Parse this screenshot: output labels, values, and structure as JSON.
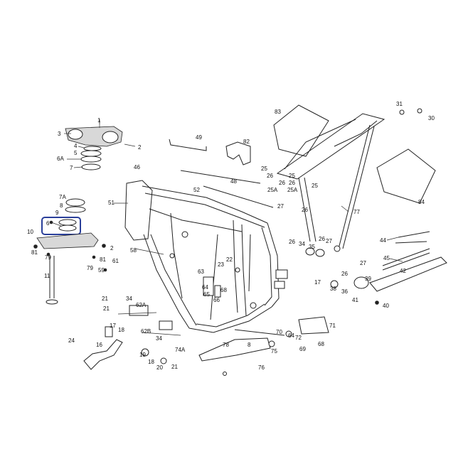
{
  "highlight_color": "#2a3f9a",
  "labels": [
    {
      "id": "l1",
      "text": "1"
    },
    {
      "id": "l3",
      "text": "3"
    },
    {
      "id": "l2a",
      "text": "2"
    },
    {
      "id": "l4",
      "text": "4"
    },
    {
      "id": "l5",
      "text": "5"
    },
    {
      "id": "l6a",
      "text": "6A"
    },
    {
      "id": "l7",
      "text": "7"
    },
    {
      "id": "l7a",
      "text": "7A"
    },
    {
      "id": "l8",
      "text": "8"
    },
    {
      "id": "l9",
      "text": "9"
    },
    {
      "id": "l6",
      "text": "6"
    },
    {
      "id": "l10",
      "text": "10"
    },
    {
      "id": "l81a",
      "text": "81"
    },
    {
      "id": "l79a",
      "text": "79"
    },
    {
      "id": "l11",
      "text": "11"
    },
    {
      "id": "l2b",
      "text": "2"
    },
    {
      "id": "l81b",
      "text": "81"
    },
    {
      "id": "l79b",
      "text": "79"
    },
    {
      "id": "l59",
      "text": "59"
    },
    {
      "id": "l61",
      "text": "61"
    },
    {
      "id": "l58",
      "text": "58"
    },
    {
      "id": "l49",
      "text": "49"
    },
    {
      "id": "l46",
      "text": "46"
    },
    {
      "id": "l52",
      "text": "52"
    },
    {
      "id": "l51",
      "text": "51"
    },
    {
      "id": "l48",
      "text": "48"
    },
    {
      "id": "l82",
      "text": "82"
    },
    {
      "id": "l83",
      "text": "83"
    },
    {
      "id": "l31",
      "text": "31"
    },
    {
      "id": "l30",
      "text": "30"
    },
    {
      "id": "l25a",
      "text": "25"
    },
    {
      "id": "l26a",
      "text": "26"
    },
    {
      "id": "l26b",
      "text": "26"
    },
    {
      "id": "l25b",
      "text": "25"
    },
    {
      "id": "l26c",
      "text": "26"
    },
    {
      "id": "l25c",
      "text": "25A"
    },
    {
      "id": "l25d",
      "text": "25A"
    },
    {
      "id": "l25e",
      "text": "25"
    },
    {
      "id": "l27a",
      "text": "27"
    },
    {
      "id": "l26d",
      "text": "26"
    },
    {
      "id": "l77",
      "text": "77"
    },
    {
      "id": "l84",
      "text": "84"
    },
    {
      "id": "l44",
      "text": "44"
    },
    {
      "id": "l26e",
      "text": "26"
    },
    {
      "id": "l26f",
      "text": "26"
    },
    {
      "id": "l34a",
      "text": "34"
    },
    {
      "id": "l35",
      "text": "35"
    },
    {
      "id": "l27b",
      "text": "27"
    },
    {
      "id": "l45",
      "text": "45"
    },
    {
      "id": "l27c",
      "text": "27"
    },
    {
      "id": "l42",
      "text": "42"
    },
    {
      "id": "l26g",
      "text": "26"
    },
    {
      "id": "l17a",
      "text": "17"
    },
    {
      "id": "l38",
      "text": "38"
    },
    {
      "id": "l36",
      "text": "36"
    },
    {
      "id": "l39",
      "text": "39"
    },
    {
      "id": "l41",
      "text": "41"
    },
    {
      "id": "l40",
      "text": "40"
    },
    {
      "id": "l22",
      "text": "22"
    },
    {
      "id": "l23",
      "text": "23"
    },
    {
      "id": "l63",
      "text": "63"
    },
    {
      "id": "l64",
      "text": "64"
    },
    {
      "id": "l65",
      "text": "65"
    },
    {
      "id": "l68",
      "text": "68"
    },
    {
      "id": "l66",
      "text": "66"
    },
    {
      "id": "l21a",
      "text": "21"
    },
    {
      "id": "l34b",
      "text": "34"
    },
    {
      "id": "l62a",
      "text": "62A"
    },
    {
      "id": "l21b",
      "text": "21"
    },
    {
      "id": "l17b",
      "text": "17"
    },
    {
      "id": "l18a",
      "text": "18"
    },
    {
      "id": "l62b",
      "text": "62B"
    },
    {
      "id": "l34c",
      "text": "34"
    },
    {
      "id": "l24",
      "text": "24"
    },
    {
      "id": "l16",
      "text": "16"
    },
    {
      "id": "l19",
      "text": "19"
    },
    {
      "id": "l18b",
      "text": "18"
    },
    {
      "id": "l20",
      "text": "20"
    },
    {
      "id": "l21c",
      "text": "21"
    },
    {
      "id": "l74a",
      "text": "74A"
    },
    {
      "id": "l78",
      "text": "78"
    },
    {
      "id": "l8b",
      "text": "8"
    },
    {
      "id": "l76",
      "text": "76"
    },
    {
      "id": "l75",
      "text": "75"
    },
    {
      "id": "l70",
      "text": "70"
    },
    {
      "id": "l71",
      "text": "71"
    },
    {
      "id": "l64b",
      "text": "64"
    },
    {
      "id": "l72",
      "text": "72"
    },
    {
      "id": "l68b",
      "text": "68"
    },
    {
      "id": "l69",
      "text": "69"
    }
  ]
}
